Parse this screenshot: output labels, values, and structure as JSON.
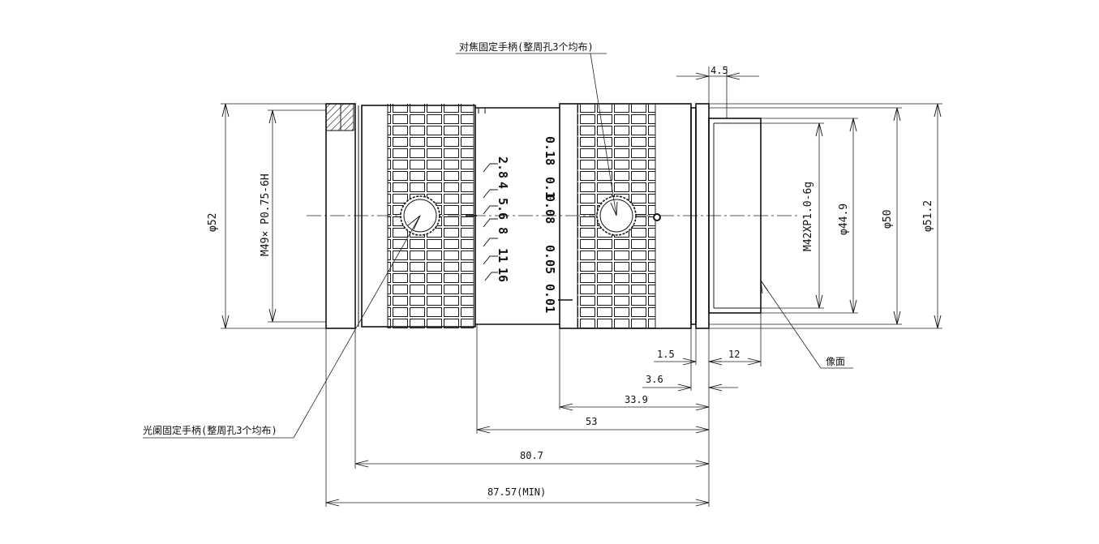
{
  "labels": {
    "focus_handle": "对焦固定手柄(整周孔3个均布)",
    "iris_handle": "光阑固定手柄(整周孔3个均布)",
    "image_plane": "像面"
  },
  "dimensions": {
    "d52": "φ52",
    "front_thread": "M49× P0.75-6H",
    "rear_thread": "M42XP1.0-6g",
    "d44_9": "φ44.9",
    "d50": "φ50",
    "d51_2": "φ51.2",
    "top_4_5": "4.5",
    "dim_1_5": "1.5",
    "dim_12": "12",
    "dim_3_6": "3.6",
    "dim_33_9": "33.9",
    "dim_53": "53",
    "dim_80_7": "80.7",
    "dim_87_57": "87.57(MIN)"
  },
  "aperture_scale": [
    "2.8",
    "4",
    "5.6",
    "8",
    "11",
    "16"
  ],
  "focus_scale": [
    "0.18",
    "0.1",
    "0.08",
    "0.05",
    "0.01"
  ]
}
